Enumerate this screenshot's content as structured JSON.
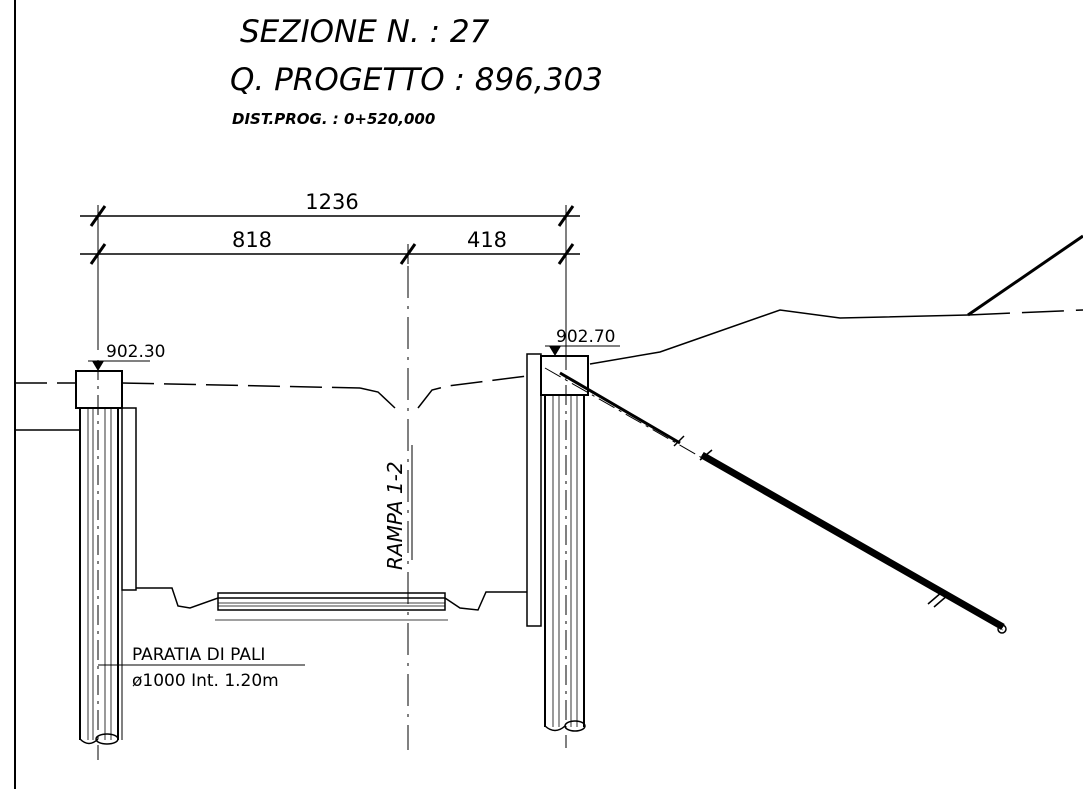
{
  "header": {
    "section": "SEZIONE N. : 27",
    "design_level": "Q. PROGETTO : 896,303",
    "progressive_distance": "DIST.PROG. : 0+520,000"
  },
  "dimensions": {
    "total": "1236",
    "left": "818",
    "right": "418"
  },
  "elevations": {
    "left": "902.30",
    "right": "902.70"
  },
  "axis_label": "RAMPA 1-2",
  "pile_note": {
    "line1": "PARATIA DI PALI",
    "line2": "ø1000 Int. 1.20m"
  },
  "colors": {
    "line": "#000000",
    "background": "#ffffff"
  }
}
